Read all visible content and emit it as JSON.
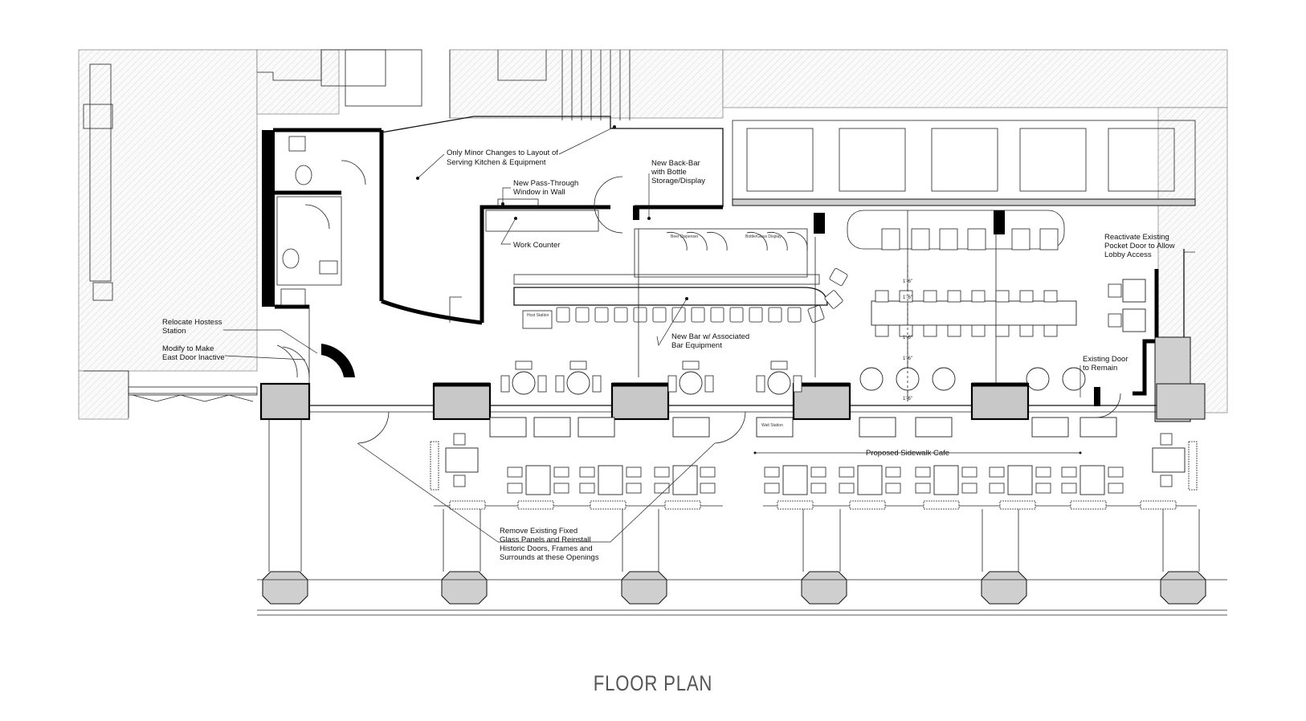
{
  "drawing_title": "FLOOR PLAN",
  "annotations": {
    "kitchen": [
      "Only Minor Changes to Layout of",
      "Serving Kitchen & Equipment"
    ],
    "pass_through": [
      "New Pass-Through",
      "Window in Wall"
    ],
    "back_bar": [
      "New Back-Bar",
      "with Bottle",
      "Storage/Display"
    ],
    "work_counter": [
      "Work Counter"
    ],
    "hostess": [
      "Relocate Hostess",
      "Station"
    ],
    "east_door": [
      "Modify to Make",
      "East Door Inactive"
    ],
    "new_bar": [
      "New Bar w/ Associated",
      "Bar Equipment"
    ],
    "pocket_door": [
      "Reactivate Existing",
      "Pocket Door to Allow",
      "Lobby Access"
    ],
    "existing_door": [
      "Existing Door",
      "to Remain"
    ],
    "sidewalk_cafe": [
      "Proposed Sidewalk Cafe"
    ],
    "glass_panels": [
      "Remove Existing Fixed",
      "Glass Panels and Reinstall",
      "Historic Doors, Frames and",
      "Surrounds at these Openings"
    ]
  },
  "small_labels": {
    "host_station": "Host Station",
    "wait_station": "Wait Station"
  }
}
